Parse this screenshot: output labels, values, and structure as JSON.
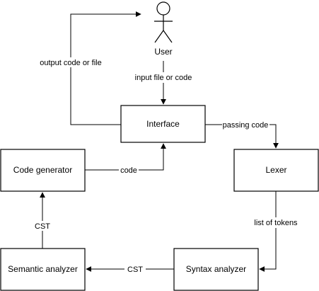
{
  "nodes": {
    "user": "User",
    "interface": "Interface",
    "lexer": "Lexer",
    "syntax_analyzer": "Syntax analyzer",
    "semantic_analyzer": "Semantic analyzer",
    "code_generator": "Code generator"
  },
  "edges": {
    "user_to_interface": "input file or code",
    "interface_to_user": "output code or file",
    "interface_to_lexer": "passing code",
    "lexer_to_syntax": "list of tokens",
    "syntax_to_semantic": "CST",
    "semantic_to_codegen": "CST",
    "codegen_to_interface": "code"
  },
  "colors": {
    "stroke": "#000000",
    "fill": "#ffffff"
  }
}
